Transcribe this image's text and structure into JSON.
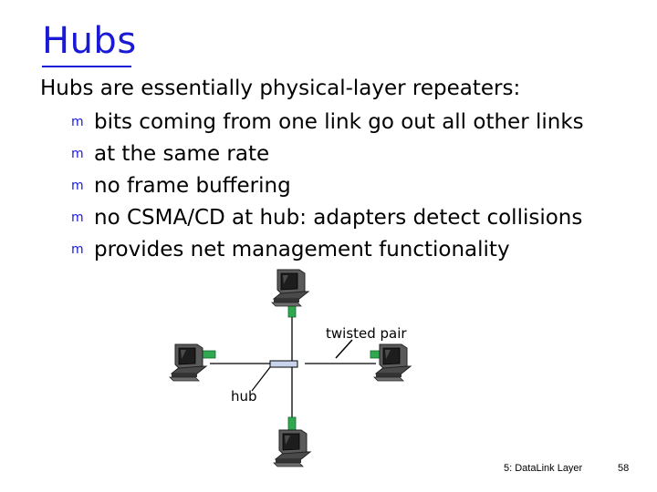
{
  "slide": {
    "title": "Hubs",
    "lead": "Hubs are essentially physical-layer repeaters:",
    "bullets": [
      "bits coming from one link go out all other links",
      "at the same rate",
      "no frame buffering",
      "no CSMA/CD at hub: adapters detect collisions",
      "provides net management functionality"
    ],
    "bullet_glyph": "m"
  },
  "diagram": {
    "twisted_pair_label": "twisted pair",
    "hub_label": "hub"
  },
  "footer": {
    "chapter": "5: DataLink Layer",
    "page": "58"
  },
  "colors": {
    "title": "#1a1ad6",
    "bullet": "#1a1ad6",
    "cable": "#000000",
    "hub_fill": "#c8d4ec"
  },
  "icons": [
    "desktop-computer-icon"
  ]
}
